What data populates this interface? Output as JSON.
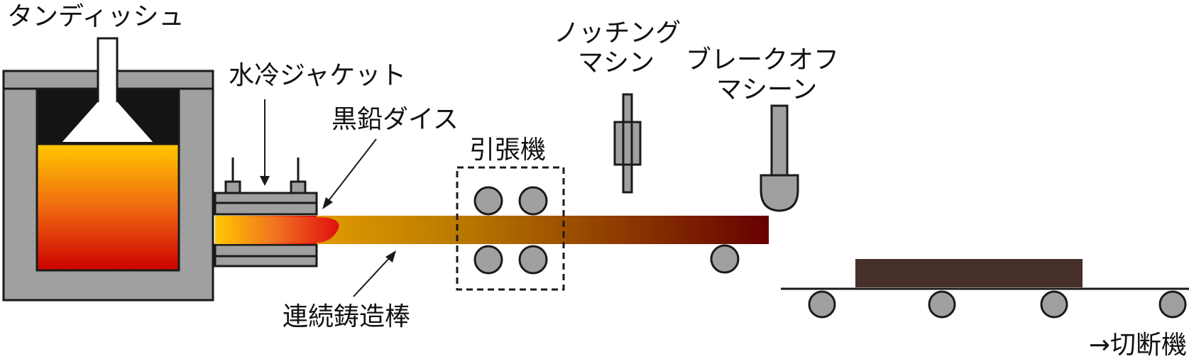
{
  "labels": {
    "tundish": "タンディッシュ",
    "water_jacket": "水冷ジャケット",
    "graphite_die": "黒鉛ダイス",
    "puller": "引張機",
    "notching_line1": "ノッチング",
    "notching_line2": "マシン",
    "breakoff_line1": "ブレークオフ",
    "breakoff_line2": "マシーン",
    "rod": "連続鋳造棒",
    "cutter": "→切断機"
  },
  "colors": {
    "machine_gray": "#a0a0a0",
    "outline": "#1a1a1a",
    "furnace_dark": "#141414",
    "melt_top": "#ffc800",
    "melt_bottom": "#cc0000",
    "rod_start": "#ffb400",
    "rod_end": "#660000",
    "product": "#47302c"
  }
}
